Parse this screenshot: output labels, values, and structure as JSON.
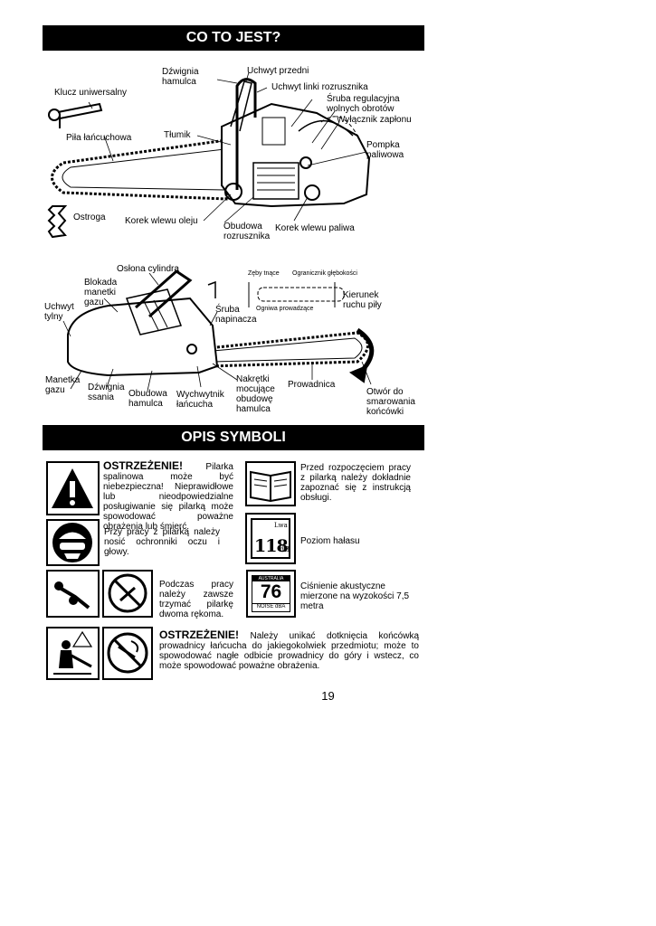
{
  "section1": {
    "title": "CO TO JEST?",
    "labels": {
      "klucz": "Klucz uniwersalny",
      "pila": "Piła łańcuchowa",
      "dzwignia_hamulca": "Dźwignia\nhamulca",
      "tlumik": "Tłumik",
      "uchwyt_przedni": "Uchwyt przedni",
      "uchwyt_linki": "Uchwyt linki rozrusznika",
      "sruba_reg": "Śruba regulacyjna\nwolnych obrotów",
      "wylacznik": "Wyłącznik zapłonu",
      "pompka": "Pompka\npaliwowa",
      "ostroga": "Ostroga",
      "korek_oleju": "Korek wlewu oleju",
      "obudowa_rozr": "Obudowa\nrozrusznika",
      "korek_paliwa": "Korek wlewu paliwa",
      "oslona_cyl": "Osłona cylindra",
      "blokada": "Blokada\nmanetki\ngazu",
      "uchwyt_tylny": "Uchwyt\ntylny",
      "sruba_nap": "Śruba\nnapinacza",
      "zeby": "Zęby tnące",
      "ogranicznik": "Ogranicznik głębokości",
      "ogniwa": "Ogniwa prowadzące",
      "kierunek": "Kierunek\nruchu piły",
      "manetka": "Manetka\ngazu",
      "dzwignia_ssania": "Dźwignia\nssania",
      "obudowa_ham": "Obudowa\nhamulca",
      "wychwytnik": "Wychwytnik\nłańcucha",
      "nakretki": "Nakrętki\nmocujące\nobudowę\nhamulca",
      "prowadnica": "Prowadnica",
      "otwor": "Otwór do\nsmarowania\nkońcówki"
    }
  },
  "section2": {
    "title": "OPIS SYMBOLI",
    "warning1_head": "OSTRZEŻENIE!",
    "warning1_text": "Pilarka spalinowa może być niebezpieczna! Nieprawidłowe lub nieodpowiedzialne posługiwanie się pilarką może spowodować poważne obrażenia lub śmierć.",
    "ppe_text": "Przy pracy z pilarką należy nosić ochronniki oczu i głowy.",
    "hands_text": "Podczas pracy należy zawsze trzymać pilarkę dwoma rękoma.",
    "manual_text": "Przed rozpoczęciem pracy z pilarką należy dokładnie zapoznać się z instrukcją obsługi.",
    "noise_text": "Poziom hałasu",
    "noise_lwa": "Lwa",
    "noise_value": "118",
    "noise_unit": "dB",
    "pressure_text": "Ciśnienie akustyczne mierzone na wyzokości 7,5 metra",
    "pressure_top": "AUSTRALIA",
    "pressure_value": "76",
    "pressure_bottom": "NOISE dBA",
    "warning2_head": "OSTRZEŻENIE!",
    "warning2_text": "Należy unikać dotknięcia końcówką prowadnicy łańcucha do jakiegokolwiek przedmiotu; może to spowodować nagłe odbicie prowadnicy do góry i wstecz, co może spowodować poważne obrażenia."
  },
  "page_number": "19"
}
